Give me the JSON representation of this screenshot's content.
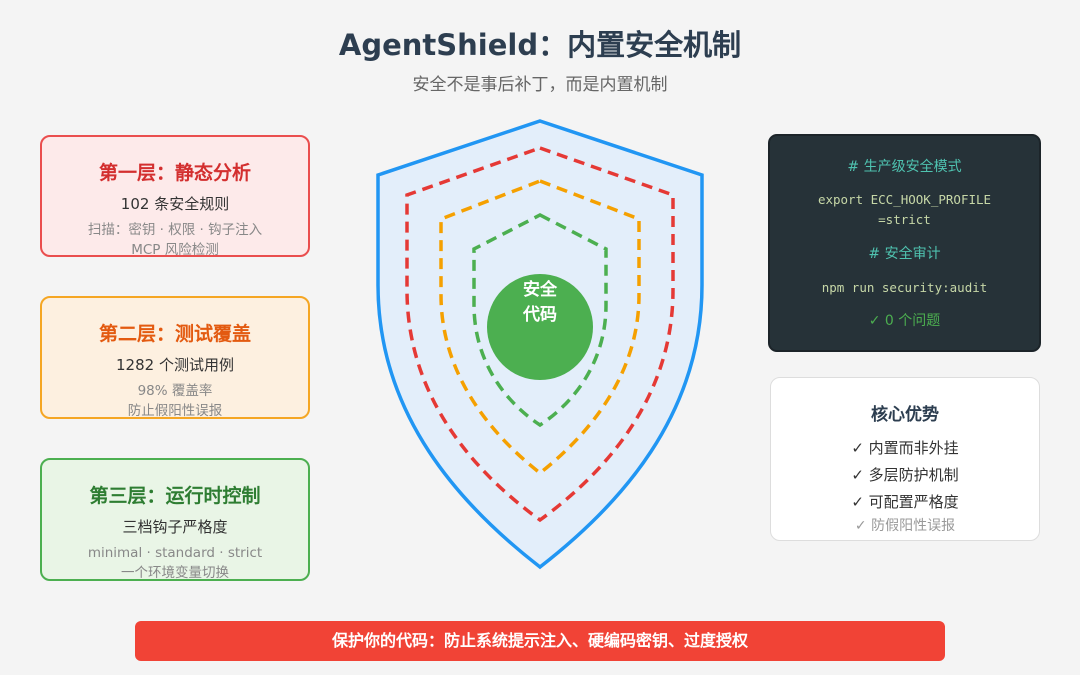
{
  "header": {
    "title": "AgentShield：内置安全机制",
    "subtitle": "安全不是事后补丁，而是内置机制"
  },
  "layers": [
    {
      "title": "第一层：静态分析",
      "line1": "102 条安全规则",
      "line2": "扫描：密钥 · 权限 · 钩子注入",
      "line3": "MCP 风险检测",
      "color": "#ea4e4e"
    },
    {
      "title": "第二层：测试覆盖",
      "line1": "1282 个测试用例",
      "line2": "98% 覆盖率",
      "line3": "防止假阳性误报",
      "color": "#f5a623"
    },
    {
      "title": "第三层：运行时控制",
      "line1": "三档钩子严格度",
      "line2": "minimal · standard · strict",
      "line3": "一个环境变量切换",
      "color": "#4caf50"
    }
  ],
  "shield": {
    "core_line1": "安全",
    "core_line2": "代码",
    "outer_color": "#2196f3",
    "ring_colors": [
      "#e53935",
      "#f5a000",
      "#4caf50"
    ]
  },
  "code_panel": {
    "comment1": "# 生产级安全模式",
    "code1_line1": "export ECC_HOOK_PROFILE",
    "code1_line2": "=strict",
    "comment2": "# 安全审计",
    "code2": "npm run security:audit",
    "result": "✓ 0 个问题"
  },
  "advantages": {
    "title": "核心优势",
    "items": [
      "✓ 内置而非外挂",
      "✓ 多层防护机制",
      "✓ 可配置严格度"
    ],
    "extra": "✓ 防假阳性误报"
  },
  "footer": {
    "banner": "保护你的代码：防止系统提示注入、硬编码密钥、过度授权"
  }
}
